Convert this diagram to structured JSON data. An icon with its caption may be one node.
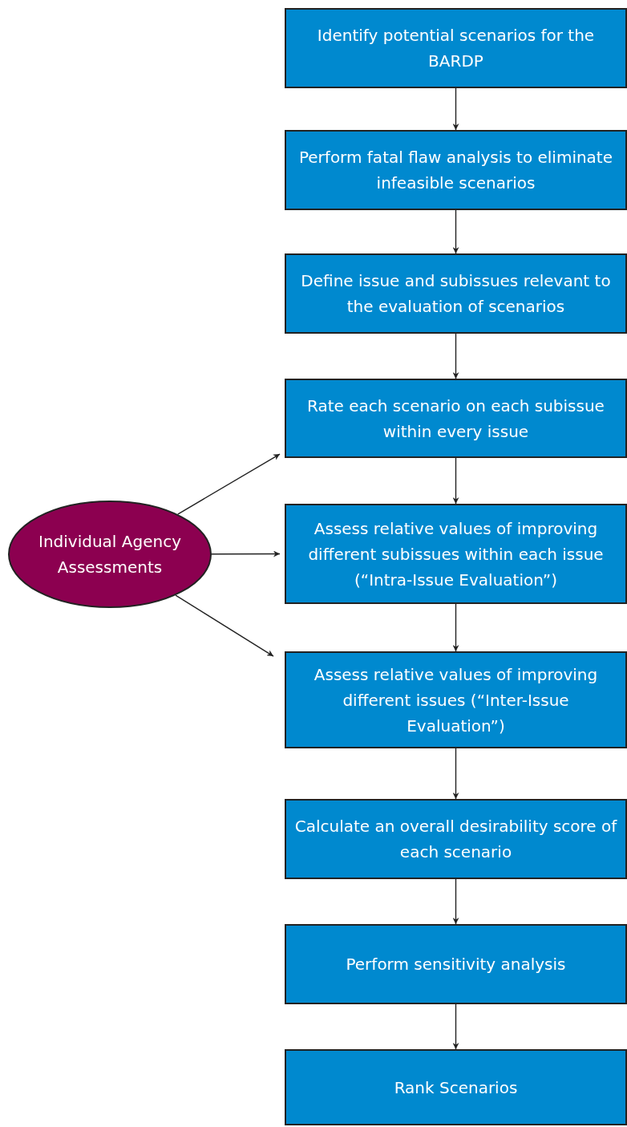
{
  "diagram": {
    "nodes": [
      {
        "text": [
          "Identify potential scenarios for the BARDP"
        ]
      },
      {
        "text": [
          "Perform fatal flaw analysis to eliminate infeasible scenarios"
        ]
      },
      {
        "text": [
          "Define issue and subissues relevant to the evaluation of scenarios"
        ]
      },
      {
        "text": [
          "Rate each scenario on each subissue within every issue"
        ]
      },
      {
        "text": [
          "Assess relative values of improving different subissues within each issue (“Intra-Issue Evaluation”)"
        ]
      },
      {
        "text": [
          "Assess relative values of improving different issues (“Inter-Issue Evaluation”)"
        ]
      },
      {
        "text": [
          "Calculate an overall desirability score of each scenario"
        ]
      },
      {
        "text": [
          "Perform sensitivity analysis"
        ]
      },
      {
        "text": [
          "Rank Scenarios"
        ]
      },
      {
        "text": [
          "Individual Agency Assessments"
        ]
      }
    ],
    "edges": [
      {
        "from": 0,
        "to": 1,
        "arrow": "to"
      },
      {
        "from": 1,
        "to": 2,
        "arrow": "to"
      },
      {
        "from": 2,
        "to": 3,
        "arrow": "to"
      },
      {
        "from": 3,
        "to": 4,
        "arrow": "to"
      },
      {
        "from": 4,
        "to": 5,
        "arrow": "to"
      },
      {
        "from": 5,
        "to": 6,
        "arrow": "to"
      },
      {
        "from": 6,
        "to": 7,
        "arrow": "to"
      },
      {
        "from": 7,
        "to": 8,
        "arrow": "to"
      },
      {
        "from": 9,
        "to": 3,
        "arrow": "to"
      },
      {
        "from": 9,
        "to": 4,
        "arrow": "to"
      },
      {
        "from": 9,
        "to": 5,
        "arrow": "to"
      }
    ]
  }
}
